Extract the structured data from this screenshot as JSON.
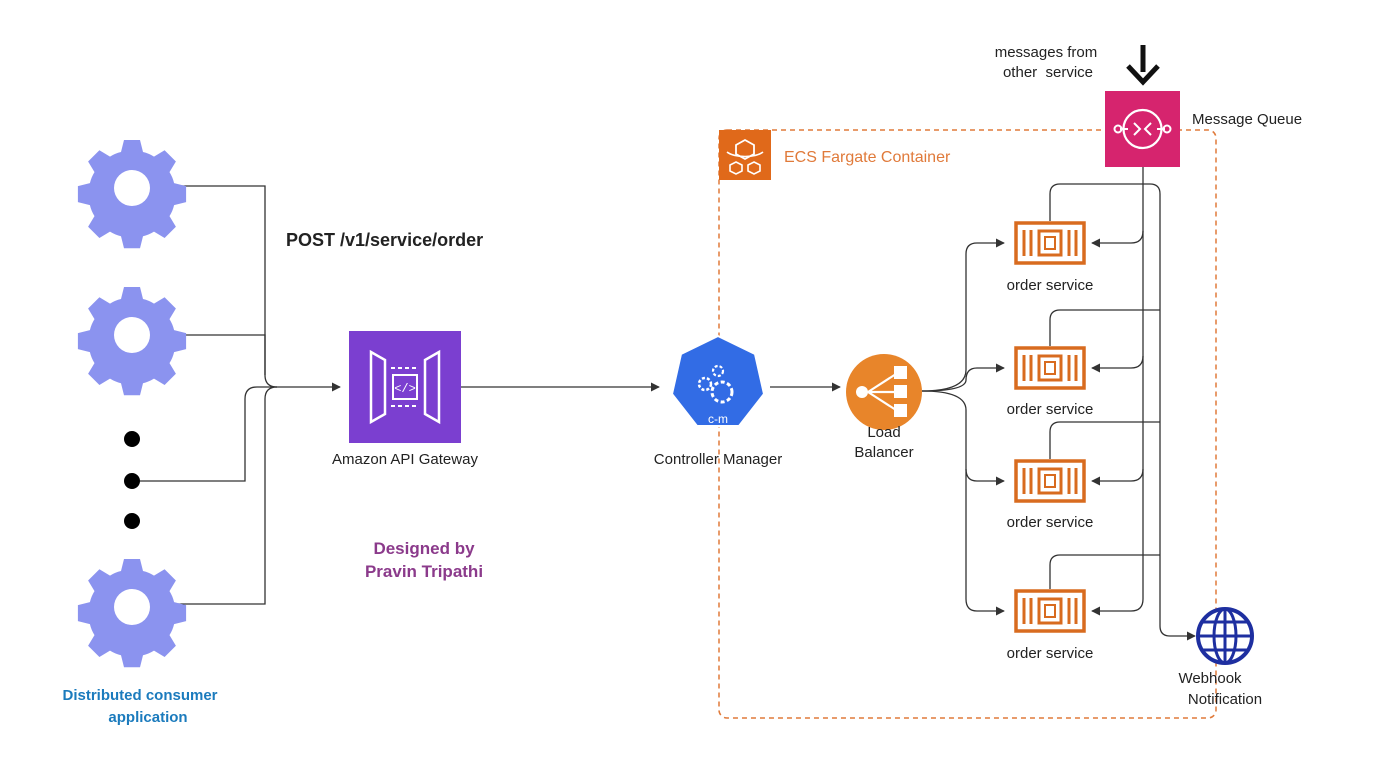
{
  "endpoint": "POST /v1/service/order",
  "consumers": {
    "label_line1": "Distributed consumer",
    "label_line2": "application"
  },
  "api_gateway": {
    "label": "Amazon API Gateway"
  },
  "controller_manager": {
    "badge": "c-m",
    "label": "Controller Manager"
  },
  "load_balancer": {
    "label_line1": "Load",
    "label_line2": "Balancer"
  },
  "container": {
    "label": "ECS Fargate Container"
  },
  "services": [
    {
      "label": "order service"
    },
    {
      "label": "order service"
    },
    {
      "label": "order service"
    },
    {
      "label": "order service"
    }
  ],
  "message_queue": {
    "label": "Message Queue",
    "incoming_line1": "messages from",
    "incoming_line2": "other  service"
  },
  "webhook": {
    "label_line1": "Webhook",
    "label_line2": "Notification"
  },
  "credit": {
    "line1": "Designed by",
    "line2": "Pravin Tripathi"
  },
  "colors": {
    "gear": "#8b93ef",
    "api_gateway": "#7b3fd0",
    "controller": "#326ce5",
    "load_balancer": "#e8852a",
    "container_border": "#e07a3a",
    "service": "#d86b1f",
    "queue": "#d6246e",
    "webhook": "#1e2fa0",
    "consumer_label": "#1b7bbd",
    "credit": "#8b3a8b",
    "connector": "#333333"
  }
}
